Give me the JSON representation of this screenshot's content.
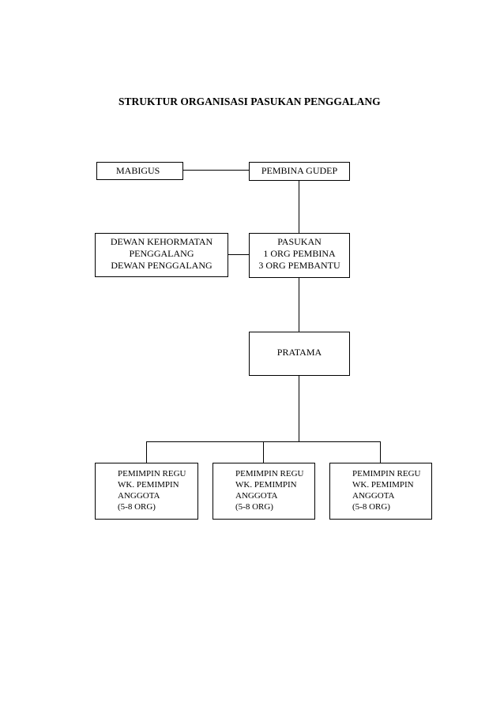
{
  "title": "STRUKTUR ORGANISASI PASUKAN PENGGALANG",
  "nodes": {
    "mabigus": {
      "lines": [
        "MABIGUS"
      ]
    },
    "pembina_gudep": {
      "lines": [
        "PEMBINA GUDEP"
      ]
    },
    "dewan": {
      "lines": [
        "DEWAN KEHORMATAN",
        "PENGGALANG",
        "DEWAN PENGGALANG"
      ]
    },
    "pasukan": {
      "lines": [
        "PASUKAN",
        "1 ORG PEMBINA",
        "3 ORG PEMBANTU"
      ]
    },
    "pratama": {
      "lines": [
        "PRATAMA"
      ]
    },
    "regu": [
      {
        "lines": [
          "PEMIMPIN REGU",
          "WK. PEMIMPIN",
          "ANGGOTA",
          "(5-8 ORG)"
        ]
      },
      {
        "lines": [
          "PEMIMPIN REGU",
          "WK. PEMIMPIN",
          "ANGGOTA",
          "(5-8 ORG)"
        ]
      },
      {
        "lines": [
          "PEMIMPIN REGU",
          "WK. PEMIMPIN",
          "ANGGOTA",
          "(5-8 ORG)"
        ]
      }
    ]
  }
}
